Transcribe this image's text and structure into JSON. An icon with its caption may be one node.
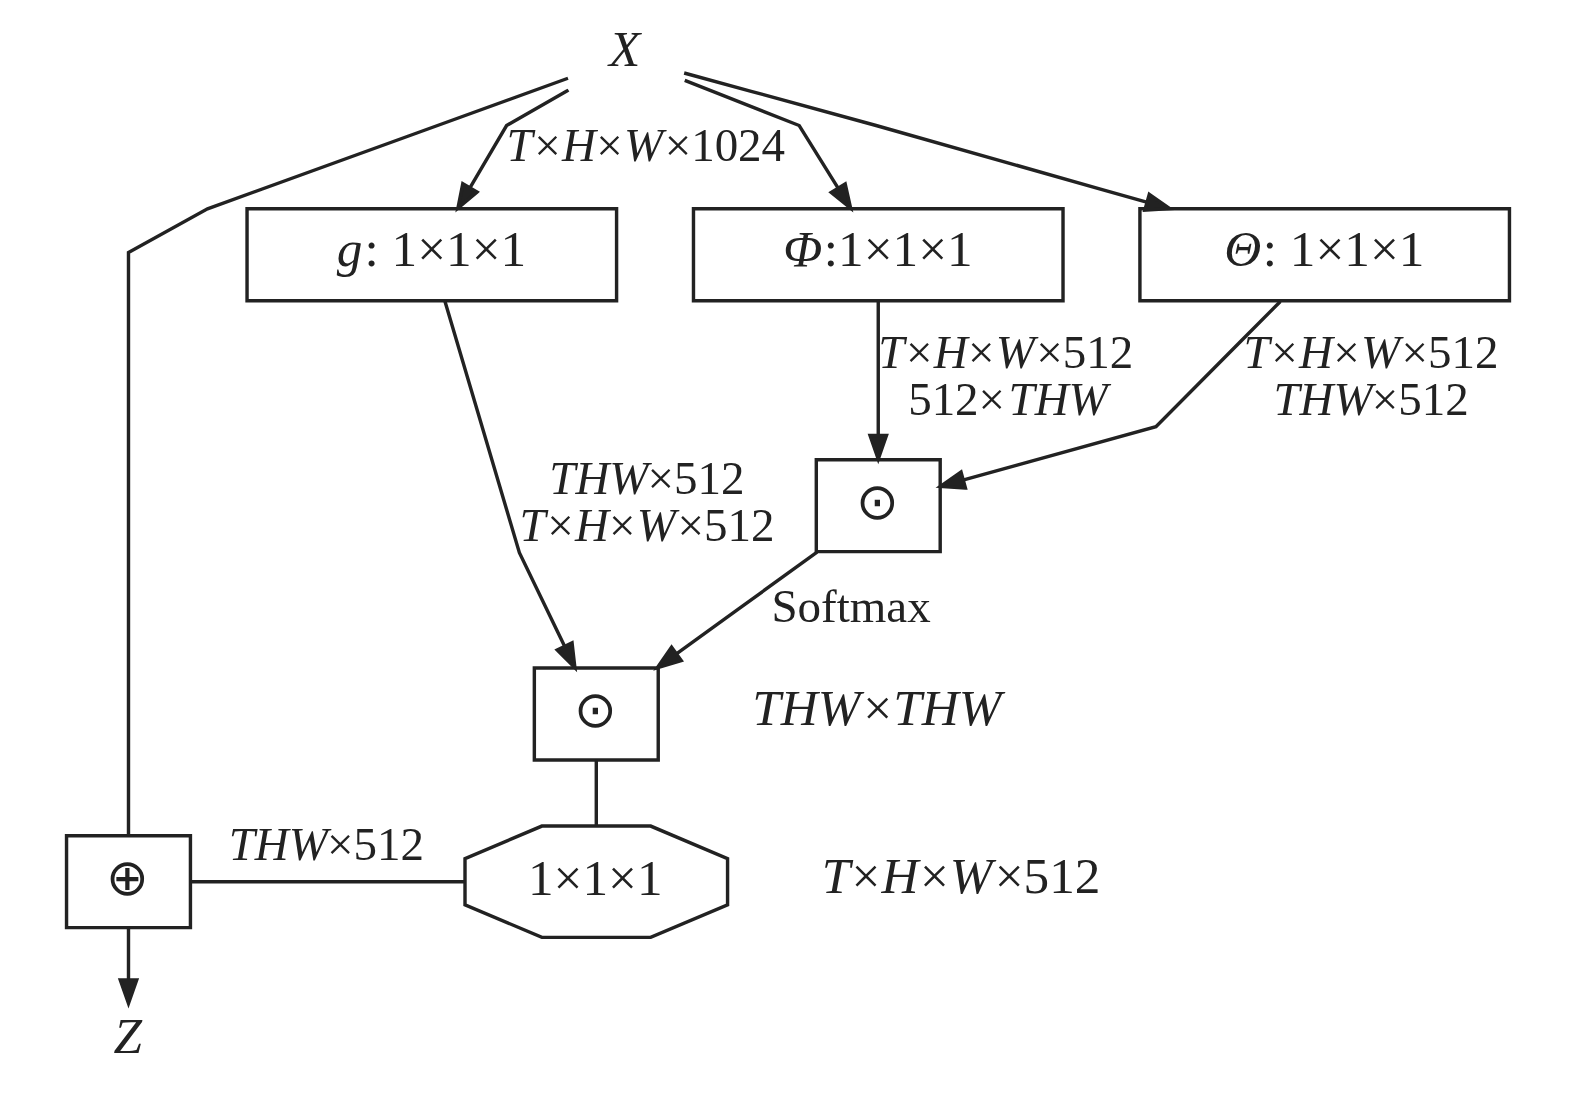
{
  "diagram": {
    "nodes": [
      {
        "text": [
          "X"
        ]
      },
      {
        "text": [
          "*g*: 1×1×1"
        ]
      },
      {
        "text": [
          "*Φ*:1×1×1"
        ]
      },
      {
        "text": [
          "*Θ*: 1×1×1"
        ]
      },
      {
        "text": [
          "⊙"
        ]
      },
      {
        "text": [
          "⊙"
        ]
      },
      {
        "text": [
          "1×1×1"
        ]
      },
      {
        "text": [
          "⊕"
        ]
      },
      {
        "text": [
          "Z"
        ]
      }
    ],
    "edges": [
      {
        "from": 0,
        "to": 7,
        "arrow": "none"
      },
      {
        "from": 0,
        "to": 1,
        "arrow": "to",
        "label": "*T*×*H*×*W*×1024"
      },
      {
        "from": 0,
        "to": 2,
        "arrow": "to"
      },
      {
        "from": 0,
        "to": 3,
        "arrow": "to"
      },
      {
        "from": 3,
        "to": 4,
        "arrow": "to",
        "label": "*T*×*H*×*W*×512 *THW*×512"
      },
      {
        "from": 2,
        "to": 4,
        "arrow": "to",
        "label": "*T*×*H*×*W*×512 512×*THW*"
      },
      {
        "from": 1,
        "to": 5,
        "arrow": "to",
        "label": "*THW*×512 *T*×*H*×*W*×512"
      },
      {
        "from": 4,
        "to": 5,
        "arrow": "to",
        "label": "Softmax"
      },
      {
        "from": 5,
        "to": 6,
        "arrow": "none"
      },
      {
        "from": 7,
        "to": 6,
        "arrow": "none",
        "label": "*THW*×512"
      },
      {
        "from": 7,
        "to": 8,
        "arrow": "to"
      }
    ],
    "labels": [
      "*THW*×*THW*",
      "*T*×*H*×*W*×512"
    ]
  }
}
